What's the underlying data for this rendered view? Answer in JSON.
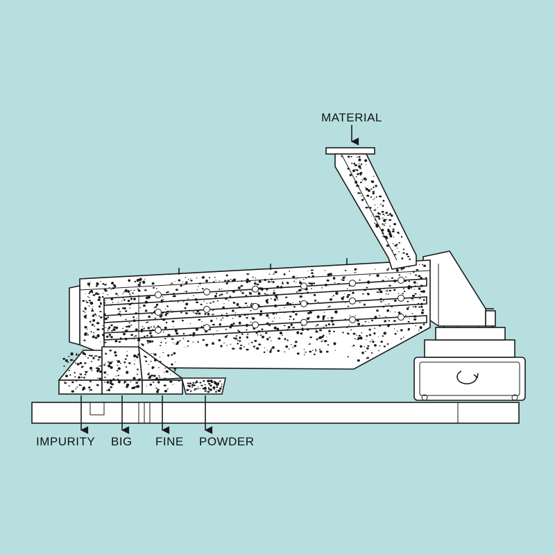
{
  "diagram": {
    "background": "#b7dfe0",
    "line_color": "#1a1a1a",
    "labels": {
      "input": "MATERIAL",
      "outputs": [
        "IMPURITY",
        "BIG",
        "FINE",
        "POWDER"
      ]
    }
  }
}
